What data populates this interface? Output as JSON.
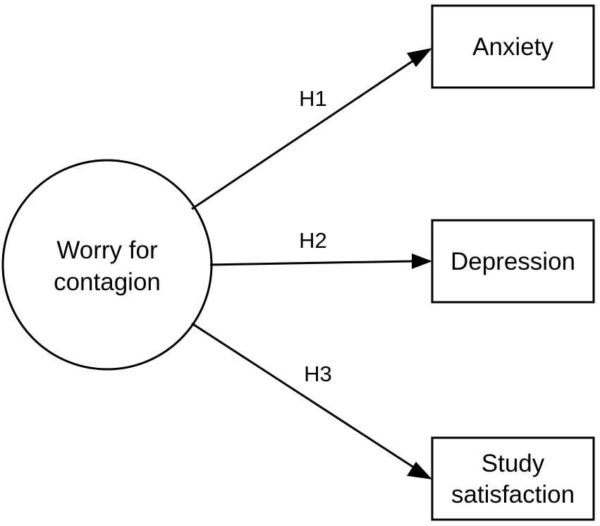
{
  "diagram": {
    "source": {
      "line1": "Worry for",
      "line2": "contagion"
    },
    "targets": {
      "anxiety": "Anxiety",
      "depression": "Depression",
      "study_line1": "Study",
      "study_line2": "satisfaction"
    },
    "hypotheses": {
      "h1": "H1",
      "h2": "H2",
      "h3": "H3"
    },
    "colors": {
      "stroke": "#000000",
      "background": "#ffffff"
    }
  }
}
